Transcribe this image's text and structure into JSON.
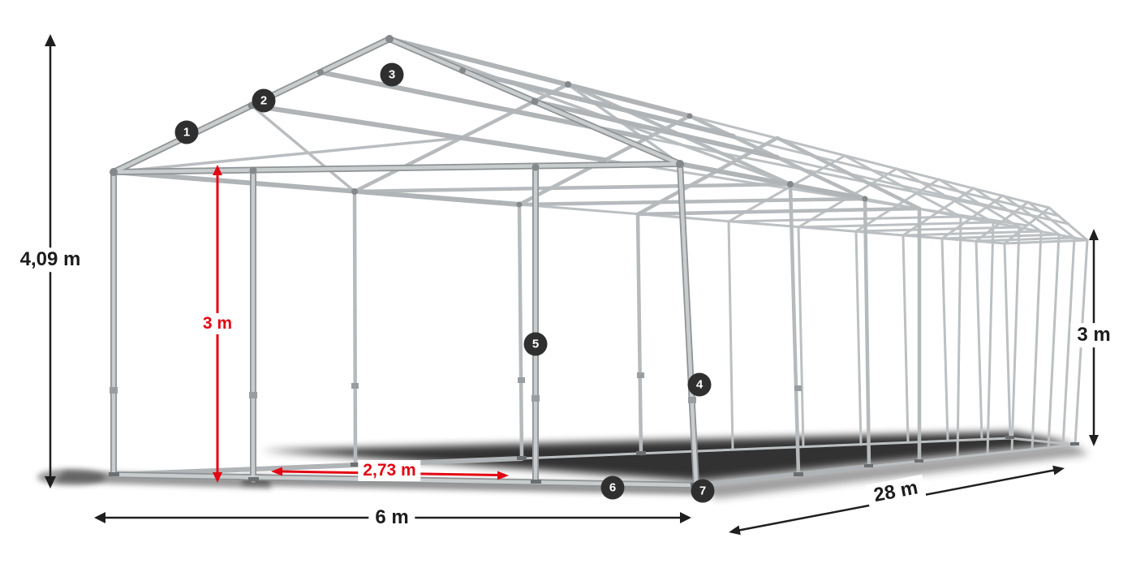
{
  "diagram": {
    "markers": [
      "1",
      "2",
      "3",
      "4",
      "5",
      "6",
      "7"
    ],
    "dimensions": {
      "total_height": "4,09 m",
      "eave_height_inner": "3 m",
      "eave_height_right": "3 m",
      "width": "6 m",
      "length": "28 m",
      "bay_spacing": "2,73 m"
    },
    "colors": {
      "accent_red": "#e30613",
      "badge_bg": "#2f2f2f",
      "tube": "#b6babc",
      "dimension_text": "#1c1c1c"
    }
  }
}
